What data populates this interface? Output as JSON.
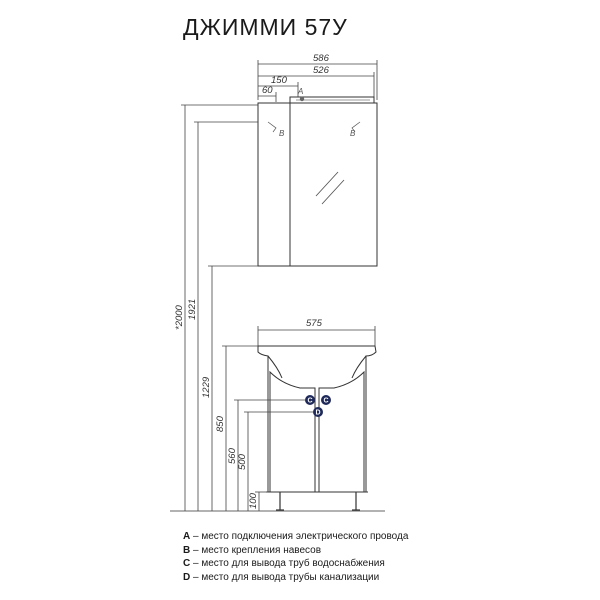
{
  "title": "ДЖИММИ 57У",
  "dimensions": {
    "mirror_total_width": "586",
    "mirror_inner_width": "526",
    "offset_a": "150",
    "offset_b": "60",
    "washbasin_width": "575",
    "height_total": "*2000",
    "height_mirror_bottom_top": "1921",
    "height_mirror_bottom": "1229",
    "height_basin": "850",
    "height_c": "560",
    "height_d": "500",
    "height_legs": "100"
  },
  "markers": {
    "a": "A",
    "b_left": "B",
    "b_right": "B",
    "c_left": "C",
    "c_right": "C",
    "d": "D"
  },
  "legend": [
    {
      "key": "A",
      "text": " – место подключения электрического провода"
    },
    {
      "key": "B",
      "text": " – место крепления навесов"
    },
    {
      "key": "C",
      "text": " – место для вывода труб водоснабжения"
    },
    {
      "key": "D",
      "text": " – место для вывода трубы канализации"
    }
  ],
  "colors": {
    "line": "#333333",
    "marker_circle": "#1f2a5a"
  }
}
